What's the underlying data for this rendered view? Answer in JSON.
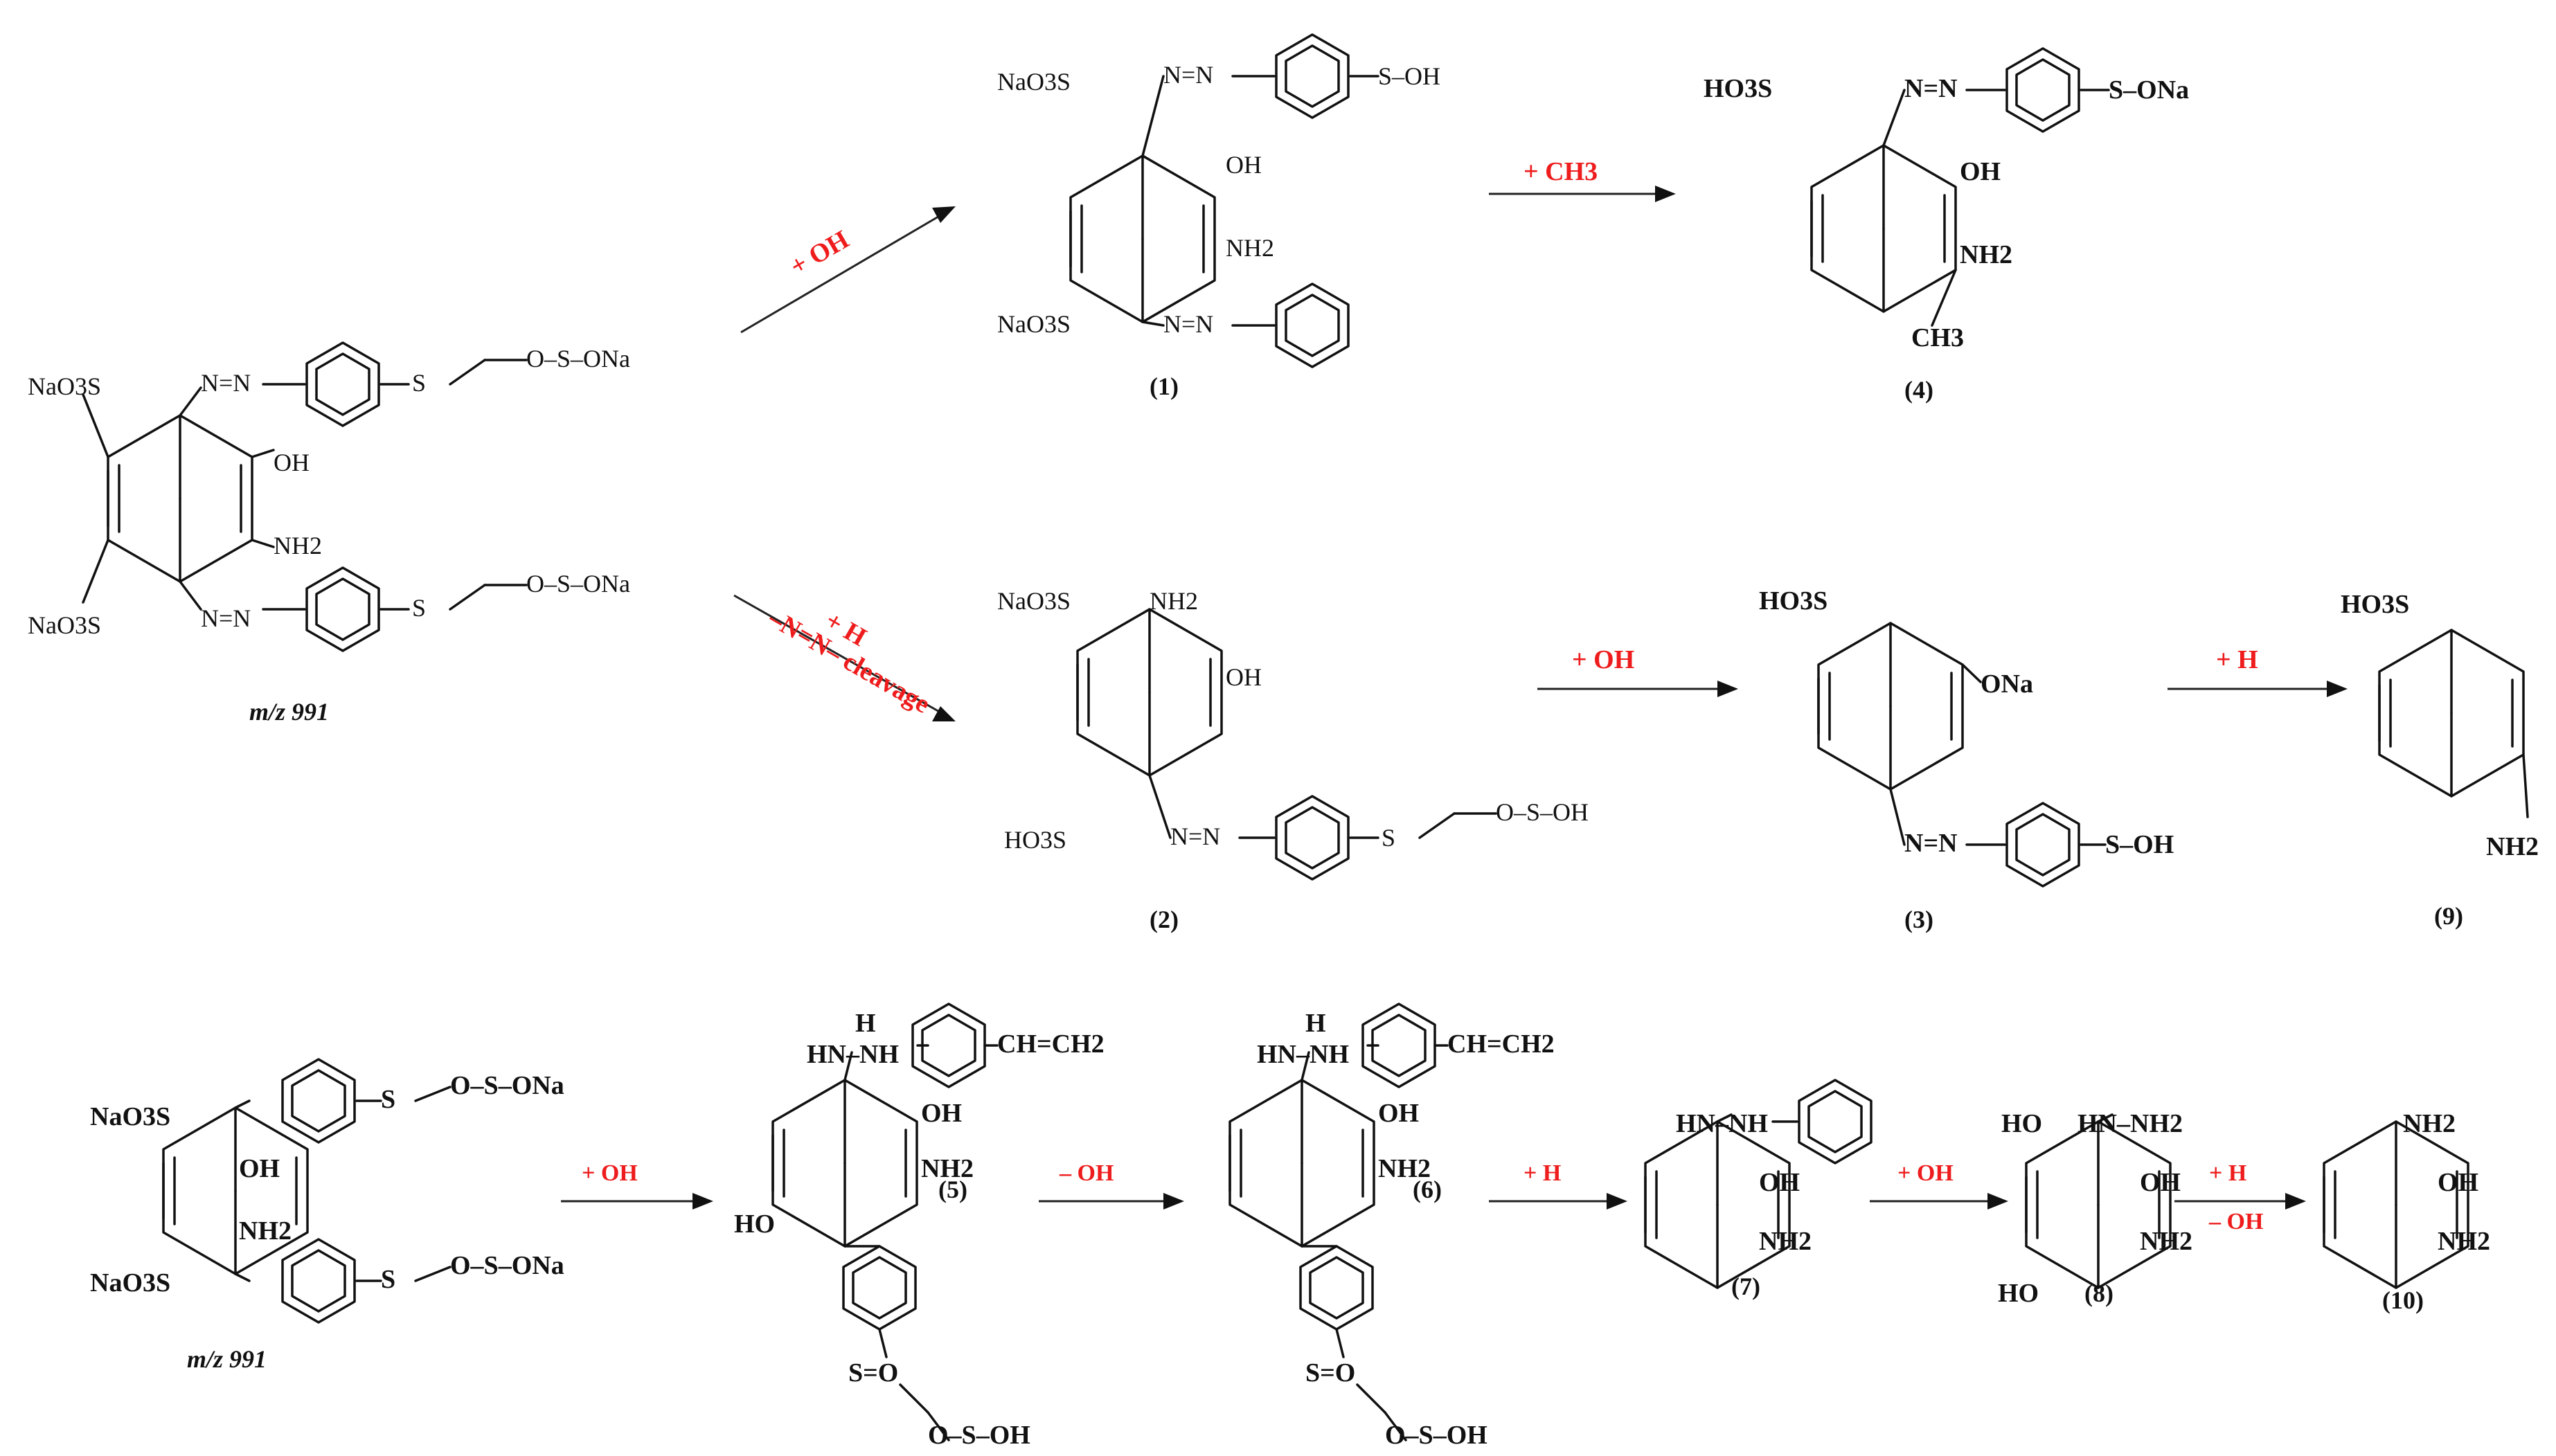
{
  "colors": {
    "reaction_label": "#ee1c1c",
    "structure": "#111111"
  },
  "parent": {
    "mz": "m/z  991",
    "mz_bottom": "m/z 991"
  },
  "reactions": {
    "r1": "+ OH",
    "r4": "+ CH3",
    "r2a": "+ H",
    "r2b": "–N=N– cleavage",
    "r3": "+ OH",
    "r9": "+ H",
    "r5": "+ OH",
    "r6": "– OH",
    "r7": "+ H",
    "r8": "+ OH",
    "r10a": "+ H",
    "r10b": "– OH"
  },
  "compounds": {
    "c1": "(1)",
    "c2": "(2)",
    "c3": "(3)",
    "c4": "(4)",
    "c5": "(5)",
    "c6": "(6)",
    "c7": "(7)",
    "c8": "(8)",
    "c9": "(9)",
    "c10": "(10)"
  },
  "atoms": {
    "nao3s": "NaO3S",
    "ho3s": "HO3S",
    "oh": "OH",
    "nh2": "NH2",
    "ona": "ONa",
    "ho": "HO",
    "ch3": "CH3",
    "azo": "N=N",
    "o": "O",
    "s": "S",
    "so3_na": "O–S–ONa",
    "so3_h": "O–S–OH",
    "s_oh": "S–OH",
    "s_ona": "S–ONa",
    "vinyl": "CH=CH2",
    "hydrazo": "HN–NH",
    "hydrazo2": "HN–NH2",
    "h": "H",
    "so": "S=O"
  }
}
